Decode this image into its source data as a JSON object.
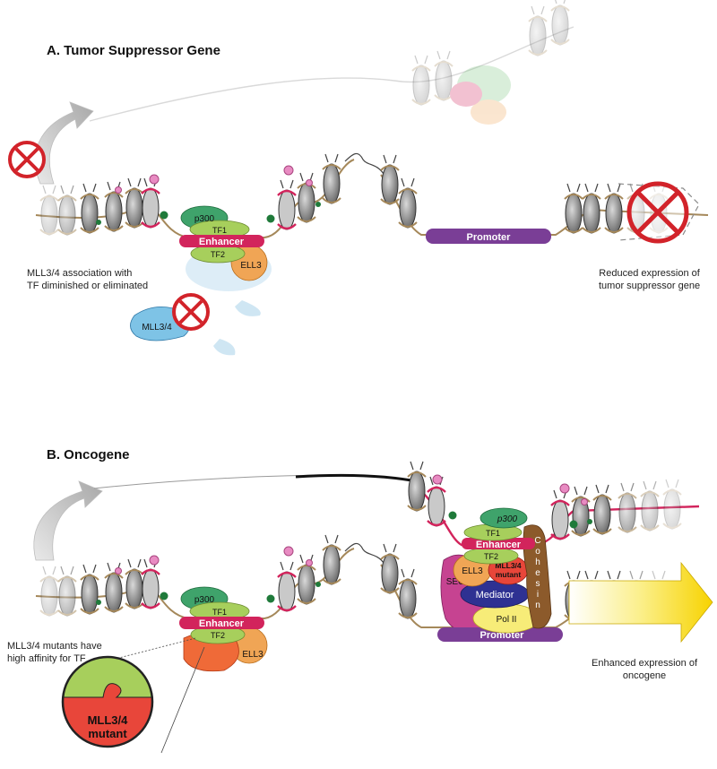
{
  "panel_a": {
    "title": "A. Tumor Suppressor Gene",
    "labels": {
      "p300": "p300",
      "tf1": "TF1",
      "enhancer": "Enhancer",
      "tf2": "TF2",
      "ell3": "ELL3",
      "mll": "MLL3/4",
      "promoter": "Promoter"
    },
    "note_left_1": "MLL3/4 association with",
    "note_left_2": "TF diminished or eliminated",
    "note_right_1": "Reduced expression of",
    "note_right_2": "tumor suppressor gene"
  },
  "panel_b": {
    "title": "B. Oncogene",
    "labels": {
      "p300_left": "p300",
      "tf1_left": "TF1",
      "enhancer_left": "Enhancer",
      "tf2_left": "TF2",
      "ell3_left": "ELL3",
      "p300_right": "p300",
      "tf1_right": "TF1",
      "enhancer_right": "Enhancer",
      "tf2_right": "TF2",
      "ell3_right": "ELL3",
      "mll_mutant_1": "MLL3/4",
      "mll_mutant_2": "mutant",
      "sec": "SEC",
      "cohesin": "Cohesin",
      "mediator": "Mediator",
      "pol2": "Pol II",
      "promoter": "Promoter"
    },
    "zoom_label_1": "MLL3/4",
    "zoom_label_2": "mutant",
    "note_left_1": "MLL3/4 mutants have",
    "note_left_2": "high affinity for TF",
    "note_right_1": "Enhanced expression of",
    "note_right_2": "oncogene"
  },
  "colors": {
    "enhancer": "#d2245c",
    "promoter": "#7a3e96",
    "p300": "#3fa36b",
    "tf": "#a7cf5c",
    "ell3": "#f0a555",
    "mll": "#7ec3e6",
    "mll_mutant": "#e8463a",
    "inhibit": "#d2232a",
    "mediator": "#2e3192",
    "pol2": "#f7ec78",
    "cohesin": "#8c5a2b",
    "sec": "#c64391",
    "expression_arrow": "#f7d300"
  }
}
